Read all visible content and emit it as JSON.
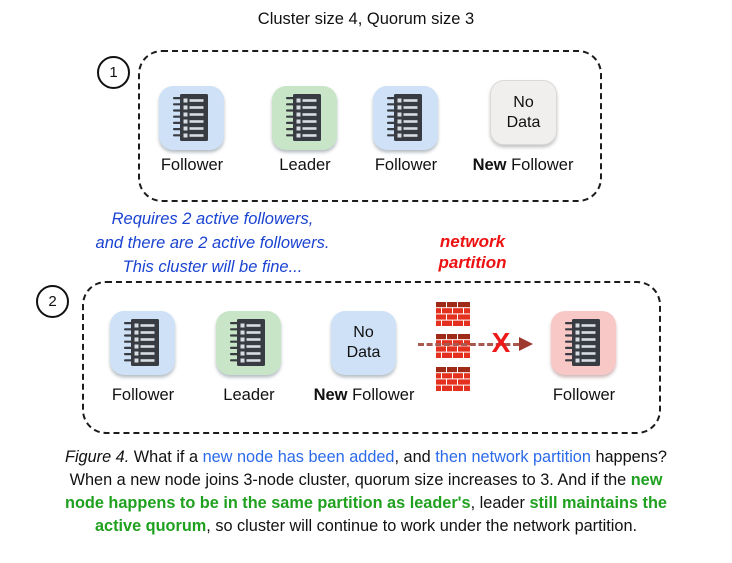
{
  "title": "Cluster size 4, Quorum size 3",
  "colors": {
    "tile_blue": "#cee1f6",
    "tile_green": "#c8e6c7",
    "tile_pink": "#f8c8c7",
    "tile_gray": "#f0efed",
    "note_blue": "#1a43d1",
    "caption_blue": "#2b6aeb",
    "caption_green": "#1fa11f",
    "partition_red": "#ee1111",
    "brick_red": "#e4301e",
    "arrow_red": "#9e392f"
  },
  "row1": {
    "number": "1",
    "labels": {
      "n1": "Follower",
      "n2": "Leader",
      "n3": "Follower",
      "n4_new": "New",
      "n4_rest": " Follower"
    },
    "nodata": {
      "l1": "No",
      "l2": "Data"
    }
  },
  "row2": {
    "number": "2",
    "labels": {
      "n1": "Follower",
      "n2": "Leader",
      "n3_new": "New",
      "n3_rest": " Follower",
      "n4": "Follower"
    },
    "nodata": {
      "l1": "No",
      "l2": "Data"
    }
  },
  "note": {
    "line1": "Requires 2 active followers,",
    "line2": "and there are 2 active followers.",
    "line3": "This cluster will be fine..."
  },
  "partition": {
    "line1": "network",
    "line2": "partition",
    "x": "X"
  },
  "caption": {
    "fig": "Figure 4.",
    "s1": " What if a ",
    "s2": "new node has been added",
    "s3": ", and ",
    "s4": "then network partition",
    "s5": " happens?",
    "l2a": "When a new node joins 3-node cluster, quorum size increases to 3. And if the ",
    "l2b": "new",
    "l3a": "node happens to be in the same partition as leader's",
    "l3b": ", leader ",
    "l3c": "still maintains the",
    "l4a": "active quorum",
    "l4b": ", so cluster will continue to work under the network partition."
  }
}
